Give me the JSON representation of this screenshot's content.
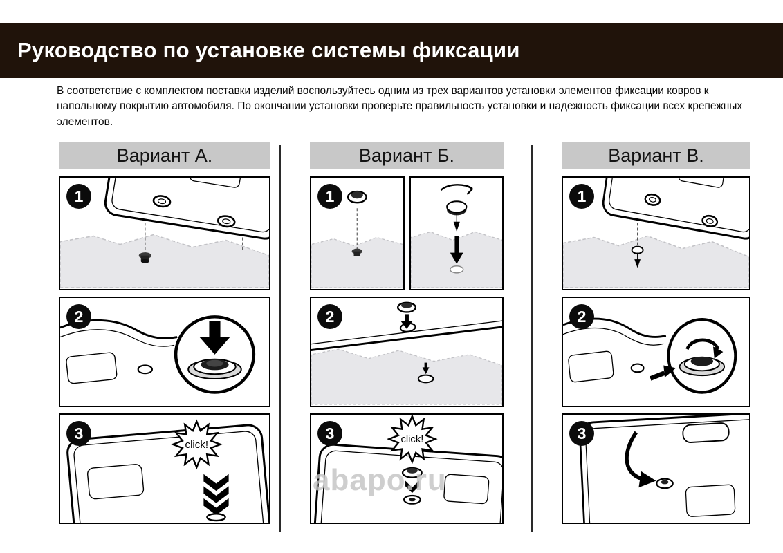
{
  "page": {
    "title": "Руководство по установке системы фиксации",
    "intro": "В соответствие с комплектом поставки изделий воспользуйтесь одним из трех вариантов установки элементов фиксации ковров к напольному покрытию автомобиля. По окончании установки проверьте правильность установки и надежность фиксации всех крепежных элементов.",
    "watermark": "abapo.ru"
  },
  "colors": {
    "header_bg": "#20130a",
    "header_text": "#ffffff",
    "variant_header_bg": "#c8c8c8",
    "panel_border": "#000000",
    "carpet_fill": "#e7e7ea"
  },
  "variants": [
    {
      "label": "Вариант А.",
      "steps": [
        "1",
        "2",
        "3"
      ],
      "click_label": "click!"
    },
    {
      "label": "Вариант Б.",
      "steps": [
        "1",
        "2",
        "3"
      ],
      "click_label": "click!"
    },
    {
      "label": "Вариант В.",
      "steps": [
        "1",
        "2",
        "3"
      ]
    }
  ]
}
